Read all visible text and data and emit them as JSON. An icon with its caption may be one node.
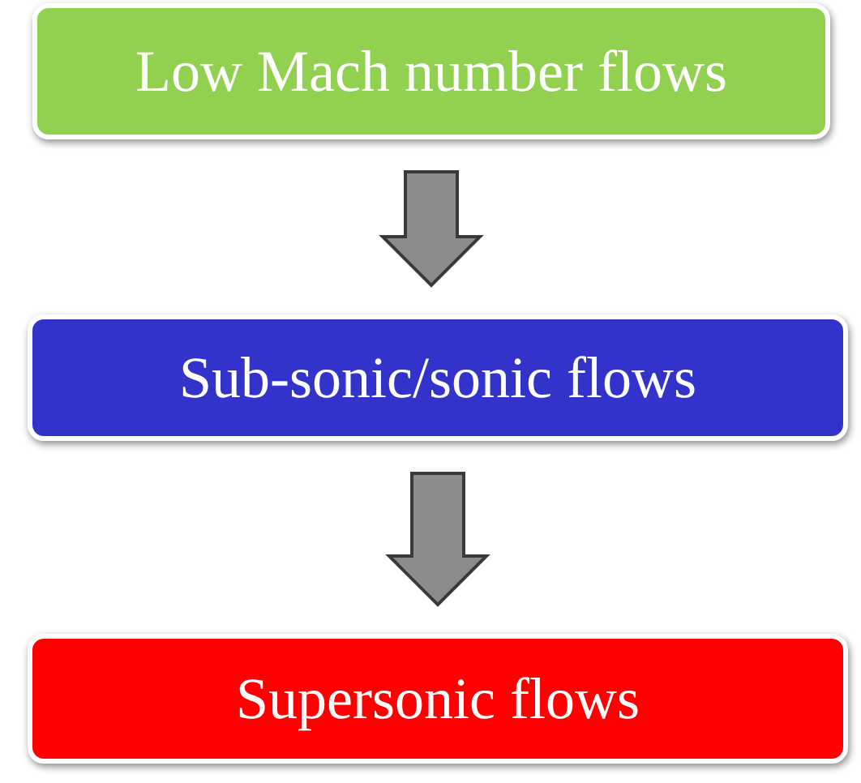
{
  "diagram": {
    "nodes": [
      {
        "text": [
          "Low Mach number flows"
        ]
      },
      {
        "text": [
          "Sub-sonic/sonic flows"
        ]
      },
      {
        "text": [
          "Supersonic flows"
        ]
      }
    ],
    "edges": [
      {
        "from": 0,
        "to": 1,
        "arrow": "to"
      },
      {
        "from": 1,
        "to": 2,
        "arrow": "to"
      }
    ]
  }
}
